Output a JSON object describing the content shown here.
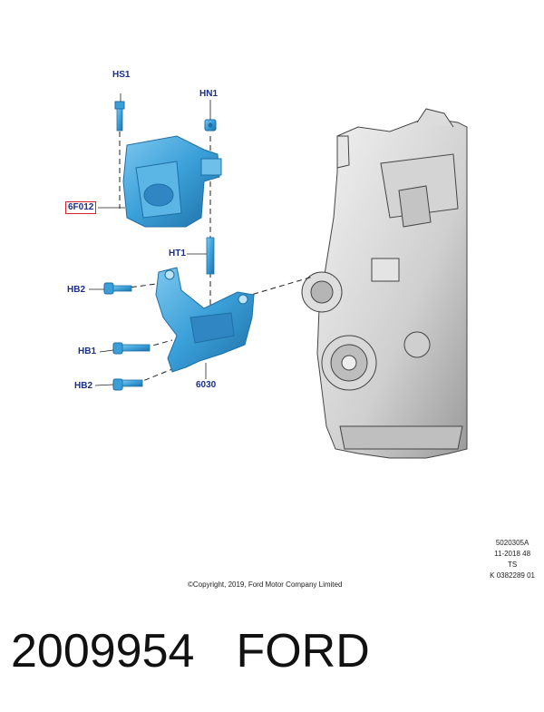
{
  "callouts": {
    "hs1": "HS1",
    "hn1": "HN1",
    "mount_part": "6F012",
    "ht1": "HT1",
    "hb2_top": "HB2",
    "hb1": "HB1",
    "hb2_bottom": "HB2",
    "bracket_part": "6030"
  },
  "copyright": "©Copyright, 2019, Ford Motor Company Limited",
  "reference": [
    "5020305A",
    "11-2018 48",
    "TS",
    "K 0382289 01"
  ],
  "part_number": "2009954",
  "brand": "FORD",
  "colors": {
    "part_blue": "#3a9fd8",
    "part_blue_dark": "#1f6fa6",
    "callout_text": "#1a2f8a",
    "highlight_box": "#d8232a",
    "engine_gray": "#c9c9c9"
  }
}
